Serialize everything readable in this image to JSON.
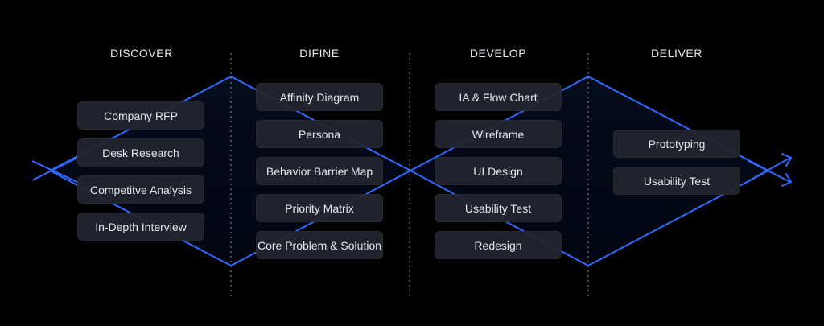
{
  "phases": [
    {
      "title": "DISCOVER",
      "steps": [
        "Company RFP",
        "Desk Research",
        "Competitve Analysis",
        "In-Depth Interview"
      ]
    },
    {
      "title": "DIFINE",
      "steps": [
        "Affinity Diagram",
        "Persona",
        "Behavior Barrier Map",
        "Priority Matrix",
        "Core Problem & Solution"
      ]
    },
    {
      "title": "DEVELOP",
      "steps": [
        "IA & Flow Chart",
        "Wireframe",
        "UI Design",
        "Usability Test",
        "Redesign"
      ]
    },
    {
      "title": "DELIVER",
      "steps": [
        "Prototyping",
        "Usability Test"
      ]
    }
  ],
  "colors": {
    "background": "#000000",
    "line": "#2f6bff",
    "box": "#22252e",
    "text": "#e4e6ec",
    "divider": "#8a8f9a"
  },
  "icons": [
    "arrow-right-icon"
  ]
}
